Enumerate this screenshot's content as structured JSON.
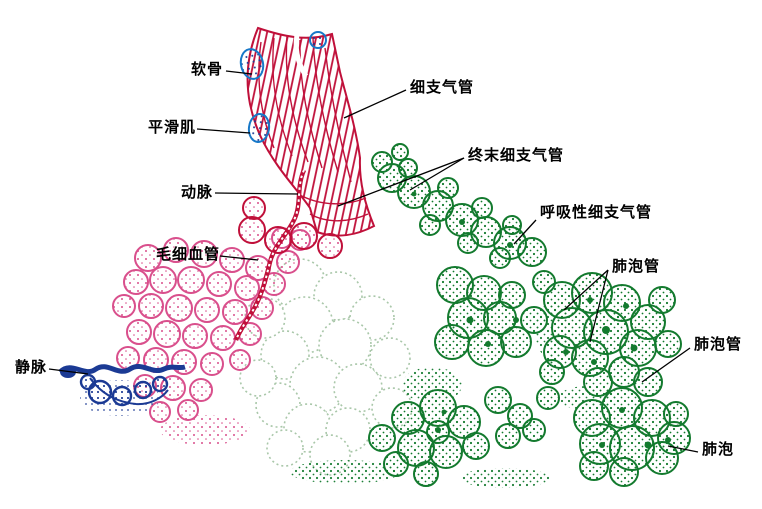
{
  "figure": {
    "colors": {
      "bronchiole_red": "#c0103a",
      "capillary_pink": "#d94f8c",
      "alveoli_green": "#137a2e",
      "vein_blue": "#1b3a94",
      "cartilage_blue": "#1778c8",
      "faint_outline": "#a9c7a9",
      "label_color": "#000000",
      "background": "#ffffff"
    },
    "labels": [
      {
        "id": "cartilage",
        "text": "软骨"
      },
      {
        "id": "smooth-muscle",
        "text": "平滑肌"
      },
      {
        "id": "artery",
        "text": "动脉"
      },
      {
        "id": "capillary",
        "text": "毛细血管"
      },
      {
        "id": "vein",
        "text": "静脉"
      },
      {
        "id": "bronchiole",
        "text": "细支气管"
      },
      {
        "id": "terminal-bronchiole",
        "text": "终末细支气管"
      },
      {
        "id": "respiratory-bronchiole",
        "text": "呼吸性细支气管"
      },
      {
        "id": "alveolar-duct-1",
        "text": "肺泡管"
      },
      {
        "id": "alveolar-duct-2",
        "text": "肺泡管"
      },
      {
        "id": "alveolus",
        "text": "肺泡"
      }
    ]
  }
}
